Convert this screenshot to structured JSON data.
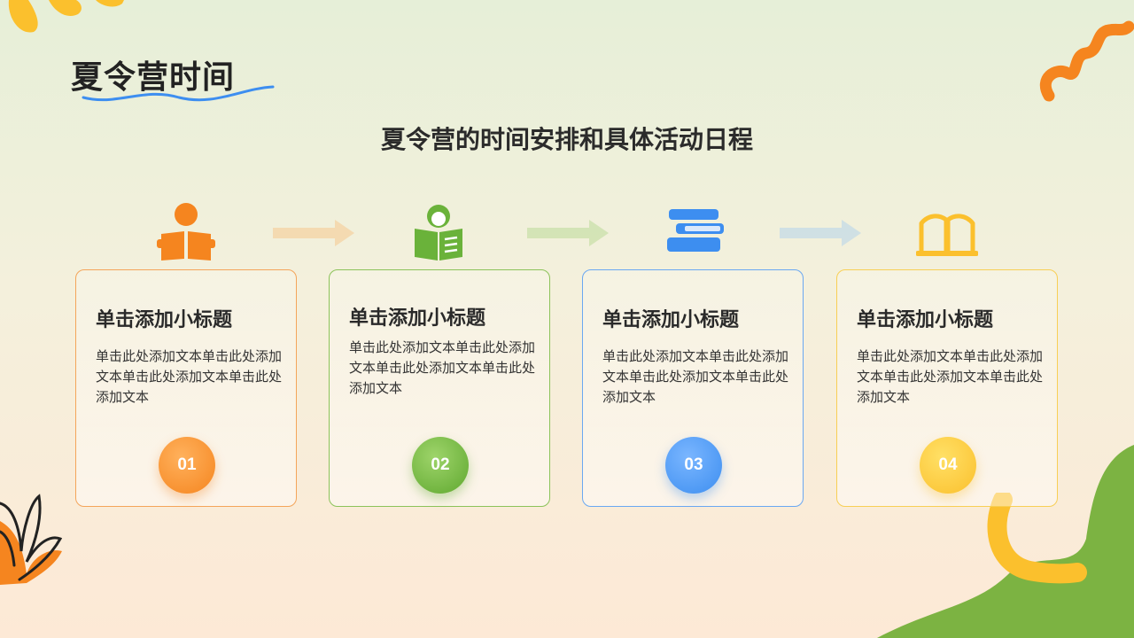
{
  "page": {
    "title": "夏令营时间",
    "subtitle": "夏令营的时间安排和具体活动日程"
  },
  "colors": {
    "orange": "#f5851f",
    "green": "#6ab23a",
    "blue": "#3d8ef0",
    "yellow": "#fbc02d"
  },
  "steps": [
    {
      "icon": "person-reading-icon",
      "heading": "单击添加小标题",
      "body": "单击此处添加文本单击此处添加文本单击此处添加文本单击此处添加文本",
      "number": "01"
    },
    {
      "icon": "child-with-book-icon",
      "heading": "单击添加小标题",
      "body": "单击此处添加文本单击此处添加文本单击此处添加文本单击此处添加文本",
      "number": "02"
    },
    {
      "icon": "stacked-books-icon",
      "heading": "单击添加小标题",
      "body": "单击此处添加文本单击此处添加文本单击此处添加文本单击此处添加文本",
      "number": "03"
    },
    {
      "icon": "open-book-icon",
      "heading": "单击添加小标题",
      "body": "单击此处添加文本单击此处添加文本单击此处添加文本单击此处添加文本",
      "number": "04"
    }
  ]
}
